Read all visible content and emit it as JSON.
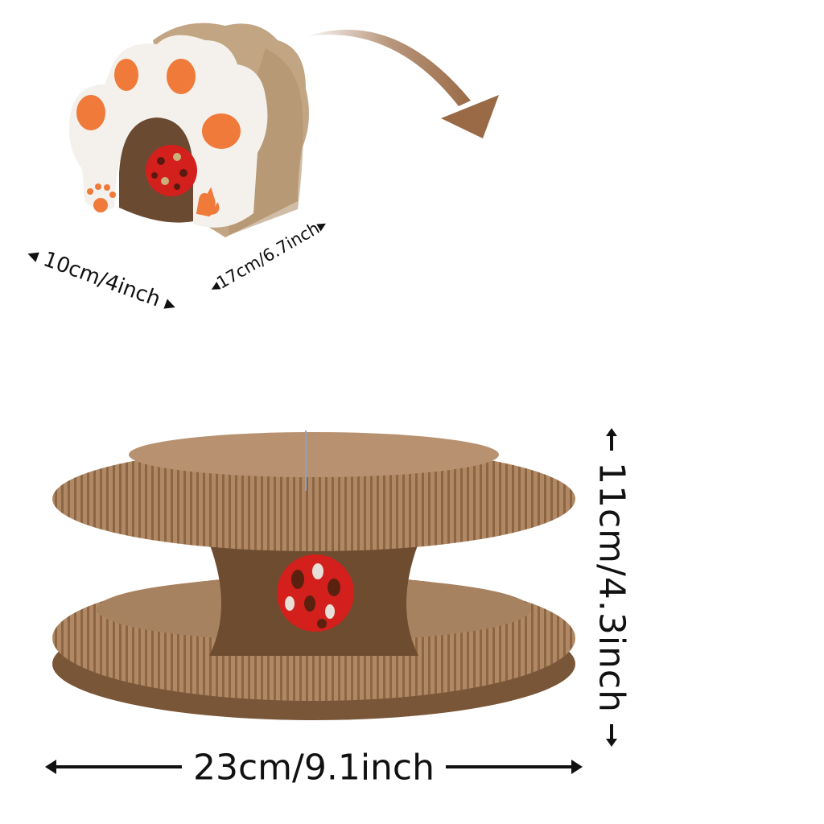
{
  "product": {
    "folded_view": {
      "description": "paw-shaped folded cardboard cat scratcher with red ball",
      "paw_color": "#ef7a3a",
      "cardboard_color": "#b89a78",
      "ball_color": "#d4201c"
    },
    "arrow": {
      "icon": "curved-arrow-icon",
      "color": "#9a6a46"
    },
    "expanded_view": {
      "description": "expanded accordion cardboard ring scratcher with red ball",
      "cardboard_color": "#a57d58",
      "ball_color": "#d4201c"
    }
  },
  "dimensions": {
    "small_width": "10cm/4inch",
    "small_depth": "17cm/6.7inch",
    "large_height": "11cm/4.3inch",
    "large_width": "23cm/9.1inch"
  },
  "colors": {
    "background": "#ffffff",
    "text": "#111111"
  }
}
